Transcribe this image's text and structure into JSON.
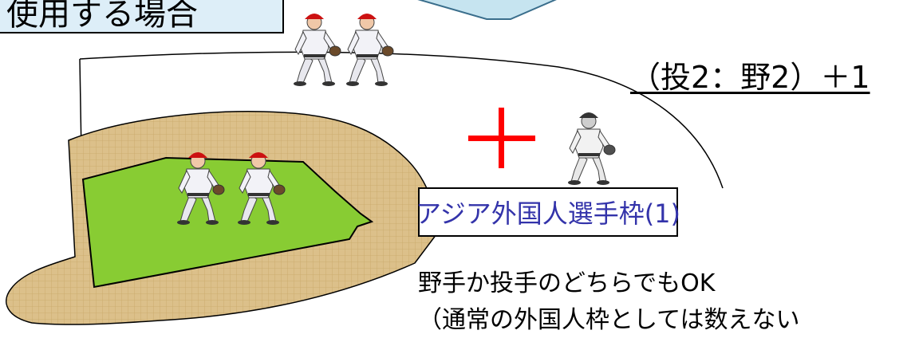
{
  "title": "使用する場合",
  "formula": "（投2：野2）＋1",
  "asia_slot_label": "アジア外国人選手枠(1)",
  "notes": [
    "野手か投手のどちらでもOK",
    "（通常の外国人枠としては数えない"
  ],
  "players": [
    {
      "group": "outfield-top",
      "uniform": "red-cap"
    },
    {
      "group": "outfield-top",
      "uniform": "red-cap"
    },
    {
      "group": "infield",
      "uniform": "red-cap"
    },
    {
      "group": "infield",
      "uniform": "red-cap"
    },
    {
      "group": "asia-slot",
      "uniform": "grayscale"
    }
  ],
  "colors": {
    "title_box_bg": "#ddeef8",
    "plus_sign": "#ff0000",
    "infield_grass": "#88cc33",
    "dirt": "#dcc08a",
    "asia_label_text": "#3333aa"
  },
  "icons": {
    "plus": "plus-icon",
    "arrow": "arrow-shape"
  }
}
